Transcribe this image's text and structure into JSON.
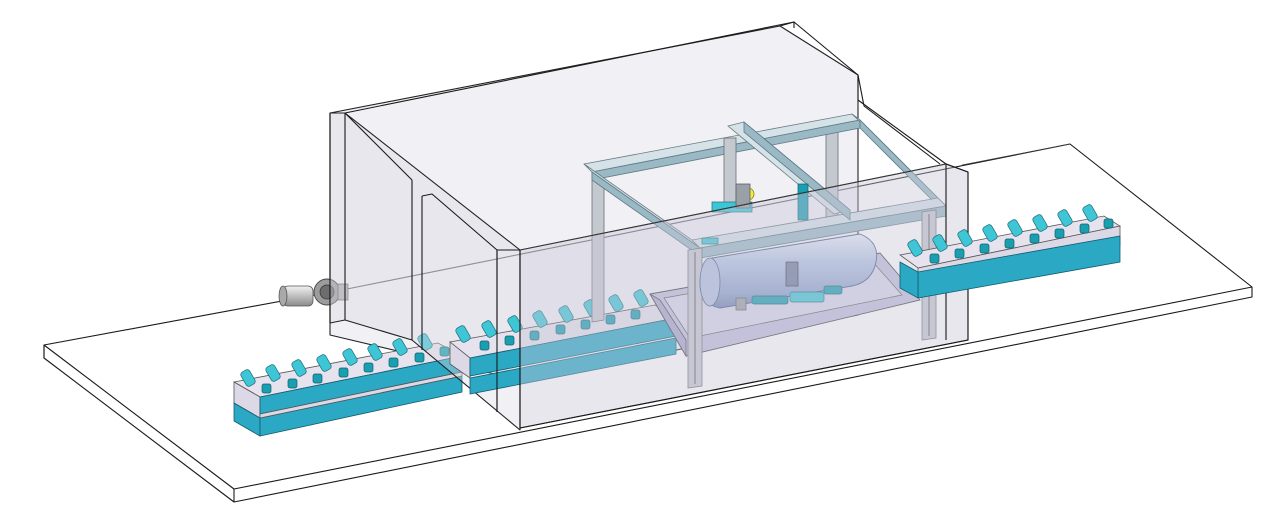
{
  "scene": {
    "kind": "isometric-cad-assembly",
    "colors": {
      "enclosure_glass": "#d9d7e2",
      "gantry_beam": "#9ab9c4",
      "roller_teal": "#3fc6d6",
      "conveyor_base": "#2aa8c4",
      "tank_body": "#9fb2d6",
      "accent_yellow": "#f2e94a"
    },
    "icons": [
      "roller-conveyor",
      "gantry-crane",
      "pressure-tank",
      "electric-motor",
      "transparent-enclosure"
    ]
  }
}
